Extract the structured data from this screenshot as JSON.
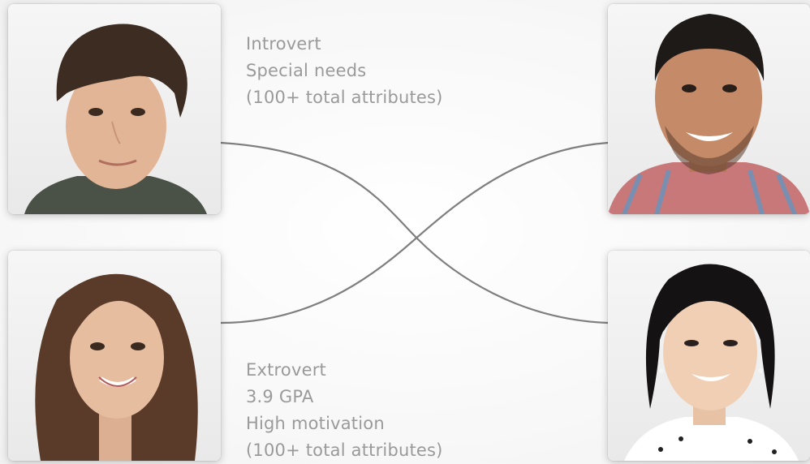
{
  "profiles": {
    "top_left": {
      "attributes": [
        "Introvert",
        "Special needs",
        "(100+ total attributes)"
      ]
    },
    "bottom_left": {
      "attributes": [
        "Extrovert",
        "3.9 GPA",
        "High motivation",
        "(100+ total attributes)"
      ]
    }
  },
  "colors": {
    "attribute_text": "#9a9a9a",
    "connector_line": "#7f7f7f",
    "background": "#f7f7f7"
  },
  "icons": [
    "portrait-photo"
  ]
}
